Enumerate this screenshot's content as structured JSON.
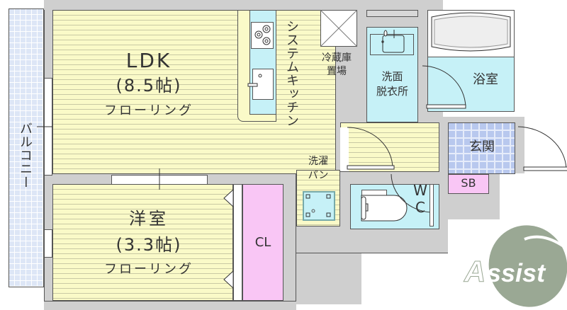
{
  "floorplan": {
    "rooms": {
      "ldk": {
        "name": "LDK",
        "size": "(8.5帖)",
        "floor": "フローリング"
      },
      "western": {
        "name": "洋室",
        "size": "(3.3帖)",
        "floor": "フローリング"
      },
      "closet": {
        "name": "CL"
      },
      "balcony": {
        "name": "バルコニー"
      },
      "kitchen": {
        "name": "システムキッチン"
      },
      "fridge": {
        "name_line1": "冷蔵庫",
        "name_line2": "置場"
      },
      "washroom": {
        "name_line1": "洗面",
        "name_line2": "脱衣所"
      },
      "bath": {
        "name": "浴室"
      },
      "laundry": {
        "name_line1": "洗濯",
        "name_line2": "パン"
      },
      "toilet": {
        "name_line1": "W",
        "name_line2": "C"
      },
      "entrance": {
        "name": "玄関"
      },
      "shoebox": {
        "name": "SB"
      }
    },
    "logo": {
      "text": "Assist",
      "color": "#9aa894",
      "accent": "#a8777a"
    },
    "colors": {
      "wood_floor": "#fafac8",
      "aqua_floor": "#c6f1f7",
      "closet": "#f9c6f5",
      "balcony_tile": "#dde6f6",
      "entrance_tile": "#b8c8ee",
      "wall": "#cfcfcf"
    }
  }
}
